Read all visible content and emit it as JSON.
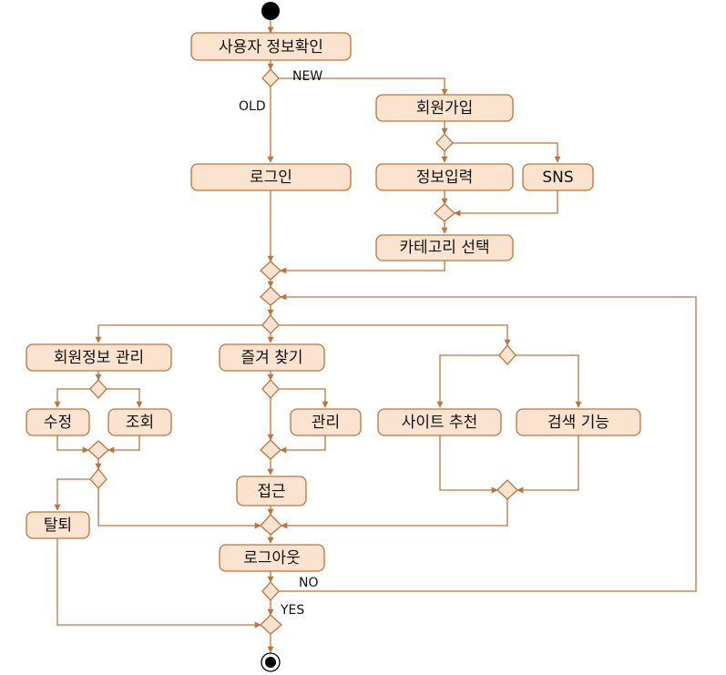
{
  "colors": {
    "stroke": "#c0733a",
    "fill": "#fbe3d0",
    "text": "#111111",
    "start": "#000000"
  },
  "nodes": {
    "check_user_info": "사용자 정보확인",
    "sign_up": "회원가입",
    "login": "로그인",
    "info_input": "정보입력",
    "sns": "SNS",
    "category_select": "카테고리 선택",
    "member_info_manage": "회원정보 관리",
    "favorites": "즐겨 찾기",
    "edit": "수정",
    "view": "조회",
    "manage": "관리",
    "site_recommend": "사이트 추천",
    "search_function": "검색 기능",
    "access": "접근",
    "withdraw": "탈퇴",
    "logout": "로그아웃"
  },
  "edge_labels": {
    "new": "NEW",
    "old": "OLD",
    "no": "NO",
    "yes": "YES"
  }
}
